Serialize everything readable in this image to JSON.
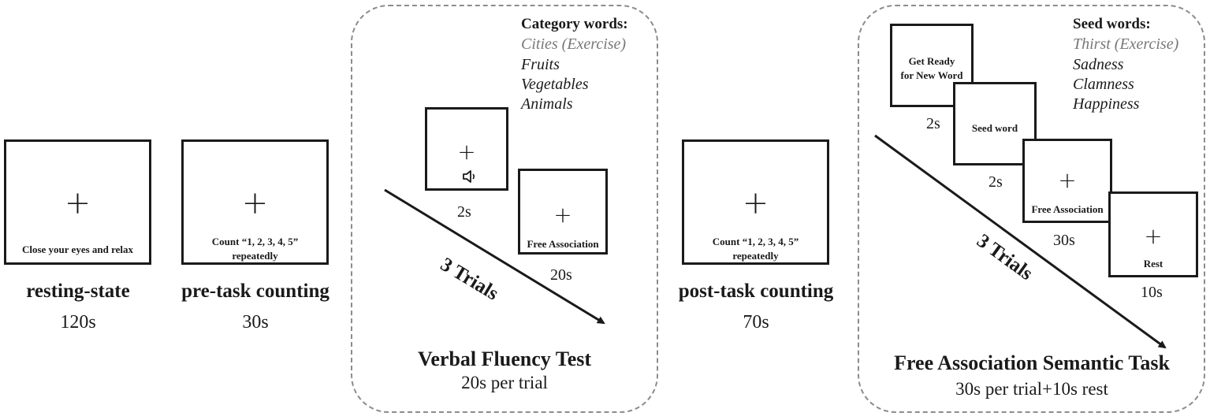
{
  "resting": {
    "instruction": "Close your eyes and relax",
    "label": "resting-state",
    "duration": "120s"
  },
  "pre_counting": {
    "instruction_line1": "Count “1, 2, 3, 4, 5”",
    "instruction_line2": "repeatedly",
    "label": "pre-task counting",
    "duration": "30s"
  },
  "vft": {
    "category_heading": "Category words:",
    "words": [
      "Cities (Exercise)",
      "Fruits",
      "Vegetables",
      "Animals"
    ],
    "screen1_duration": "2s",
    "screen2_label": "Free Association",
    "screen2_duration": "20s",
    "trials": "3 Trials",
    "title": "Verbal Fluency Test",
    "subtitle": "20s per trial"
  },
  "post_counting": {
    "instruction_line1": "Count “1, 2, 3, 4, 5”",
    "instruction_line2": "repeatedly",
    "label": "post-task counting",
    "duration": "70s"
  },
  "fast": {
    "seed_heading": "Seed words:",
    "words": [
      "Thirst (Exercise)",
      "Sadness",
      "Clamness",
      "Happiness"
    ],
    "screen1_line1": "Get Ready",
    "screen1_line2": "for New Word",
    "screen1_duration": "2s",
    "screen2_label": "Seed word",
    "screen2_duration": "2s",
    "screen3_label": "Free Association",
    "screen3_duration": "30s",
    "screen4_label": "Rest",
    "screen4_duration": "10s",
    "trials": "3 Trials",
    "title": "Free Association Semantic Task",
    "subtitle": "30s per trial+10s rest"
  },
  "symbols": {
    "fixation": "+",
    "speaker_icon": "speaker-icon"
  }
}
